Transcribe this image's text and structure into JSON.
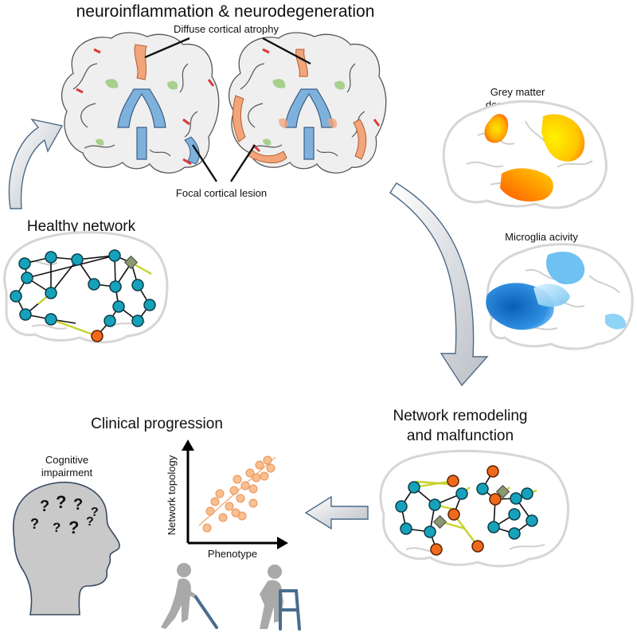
{
  "labels": {
    "title": "neuroinflammation & neurodegeneration",
    "diffuse_atrophy": "Diffuse cortical atrophy",
    "focal_lesion": "Focal cortical lesion",
    "grey_matter_line1": "Grey matter",
    "grey_matter_line2": "demyelination",
    "microglia": "Microglia acivity",
    "healthy_network": "Healthy network",
    "remodeling_line1": "Network remodeling",
    "remodeling_line2": "and malfunction",
    "clinical_progression": "Clinical progression",
    "cognitive_line1": "Cognitive",
    "cognitive_line2": "impairment",
    "axis_y": "Network topology",
    "axis_x": "Phenotype",
    "question_mark": "?"
  },
  "colors": {
    "node_blue": "#17a2bb",
    "node_orange": "#f06a1c",
    "edge_yellow": "#c7d22b",
    "arrow_blue": "#4c6a86",
    "lesion_red": "#d93a3a",
    "atrophy_orange": "#f2a57a",
    "ventricle_blue": "#7fb1dd",
    "wm_green": "#a8d08d",
    "scatter_dot": "#f9bf8f",
    "head_grey": "#c9c9c9",
    "walking_aid": "#4a6d8e"
  },
  "icons": [
    "question-mark-icon",
    "walking-person-icon",
    "walker-person-icon",
    "arrow-icon"
  ]
}
